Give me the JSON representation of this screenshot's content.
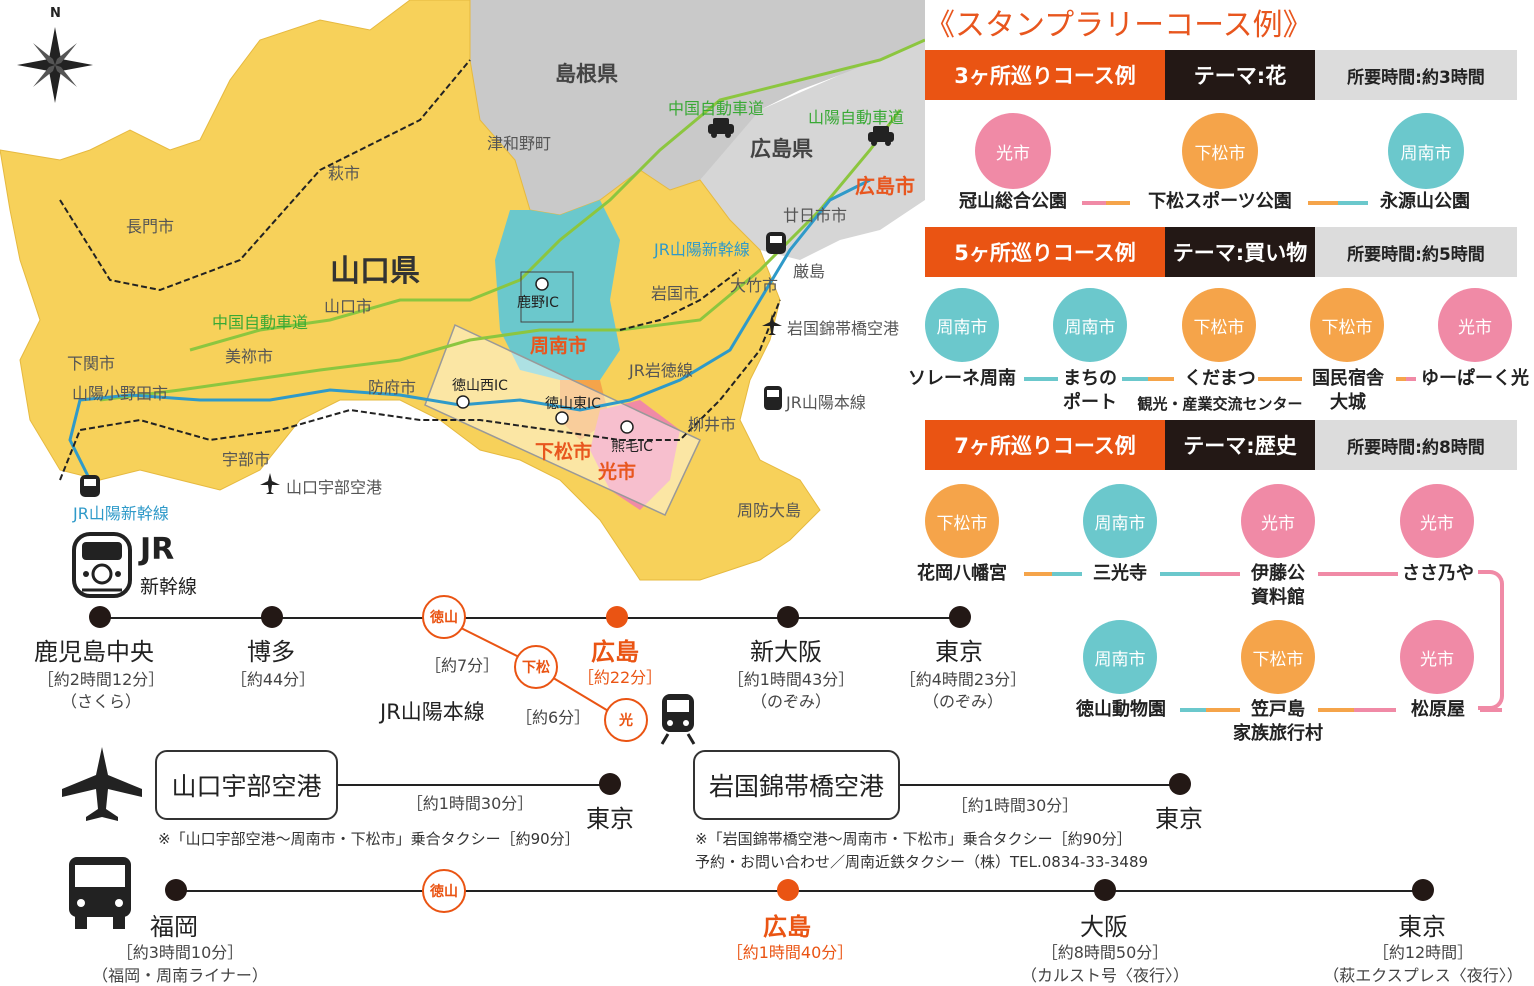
{
  "map": {
    "compass_n": "N",
    "labels": {
      "shimane": "島根県",
      "hiroshima_pref": "広島県",
      "yamaguchi_pref": "山口県",
      "tsuwano": "津和野町",
      "hagi": "萩市",
      "nagato": "長門市",
      "yamaguchi_city": "山口市",
      "mine": "美祢市",
      "shimonoseki": "下関市",
      "sanyo_onoda": "山陽小野田市",
      "ube": "宇部市",
      "hofu": "防府市",
      "iwakuni": "岩国市",
      "yanai": "柳井市",
      "suo_oshima": "周防大島",
      "hatsukaichi": "廿日市市",
      "otake": "大竹市",
      "itsukushima": "厳島",
      "hiroshima_city": "広島市",
      "shunan": "周南市",
      "kudamatsu": "下松市",
      "hikari": "光市",
      "chugoku_exp_n": "中国自動車道",
      "sanyo_exp": "山陽自動車道",
      "chugoku_exp_w": "中国自動車道",
      "shinkansen_e": "JR山陽新幹線",
      "shinkansen_w": "JR山陽新幹線",
      "jr_gantoku": "JR岩徳線",
      "jr_sanyo_main": "JR山陽本線",
      "iwakuni_airport": "岩国錦帯橋空港",
      "ube_airport": "山口宇部空港",
      "kano_ic": "鹿野IC",
      "tokuyama_nishi_ic": "徳山西IC",
      "tokuyama_higashi_ic": "徳山東IC",
      "kumage_ic": "熊毛IC"
    }
  },
  "rally": {
    "title": "《スタンプラリーコース例》",
    "courses": [
      {
        "name": "3ヶ所巡りコース例",
        "theme": "テーマ:花",
        "time": "所要時間:約3時間",
        "stops": [
          {
            "city": "光市",
            "spot": "冠山総合公園",
            "color": "#f08aa6"
          },
          {
            "city": "下松市",
            "spot": "下松スポーツ公園",
            "color": "#f5a44a"
          },
          {
            "city": "周南市",
            "spot": "永源山公園",
            "color": "#6bc8cc"
          }
        ]
      },
      {
        "name": "5ヶ所巡りコース例",
        "theme": "テーマ:買い物",
        "time": "所要時間:約5時間",
        "stops": [
          {
            "city": "周南市",
            "spot": "ソレーネ周南",
            "color": "#6bc8cc"
          },
          {
            "city": "周南市",
            "spot": "まちの",
            "spot2": "ポート",
            "color": "#6bc8cc"
          },
          {
            "city": "下松市",
            "spot": "くだまつ",
            "spot2": "観光・産業交流センター",
            "color": "#f5a44a"
          },
          {
            "city": "下松市",
            "spot": "国民宿舎",
            "spot2": "大城",
            "color": "#f5a44a"
          },
          {
            "city": "光市",
            "spot": "ゆーぱーく光",
            "color": "#f08aa6"
          }
        ]
      },
      {
        "name": "7ヶ所巡りコース例",
        "theme": "テーマ:歴史",
        "time": "所要時間:約8時間",
        "stops": [
          {
            "city": "下松市",
            "spot": "花岡八幡宮",
            "color": "#f5a44a"
          },
          {
            "city": "周南市",
            "spot": "三光寺",
            "color": "#6bc8cc"
          },
          {
            "city": "光市",
            "spot": "伊藤公",
            "spot2": "資料館",
            "color": "#f08aa6"
          },
          {
            "city": "光市",
            "spot": "ささ乃や",
            "color": "#f08aa6"
          },
          {
            "city": "周南市",
            "spot": "徳山動物園",
            "color": "#6bc8cc"
          },
          {
            "city": "下松市",
            "spot": "笠戸島",
            "spot2": "家族旅行村",
            "color": "#f5a44a"
          },
          {
            "city": "光市",
            "spot": "松原屋",
            "color": "#f08aa6"
          }
        ]
      }
    ]
  },
  "transport": {
    "jr": {
      "logo": "JR",
      "sub": "新幹線",
      "stations": [
        {
          "name": "鹿児島中央",
          "dur": "［約2時間12分］",
          "dur2": "（さくら）"
        },
        {
          "name": "博多",
          "dur": "［約44分］"
        },
        {
          "name": "広島",
          "dur": "［約22分］"
        },
        {
          "name": "新大阪",
          "dur": "［約1時間43分］",
          "dur2": "（のぞみ）"
        },
        {
          "name": "東京",
          "dur": "［約4時間23分］",
          "dur2": "（のぞみ）"
        }
      ],
      "tokuyama": "徳山",
      "kudamatsu": "下松",
      "hikari": "光",
      "dur_tk": "［約7分］",
      "dur_kh": "［約6分］",
      "sanyo_main": "JR山陽本線"
    },
    "air": {
      "ube": "山口宇部空港",
      "ube_dest": "東京",
      "ube_dur": "［約1時間30分］",
      "ube_note": "※「山口宇部空港～周南市・下松市」乗合タクシー［約90分］",
      "iwakuni": "岩国錦帯橋空港",
      "iwakuni_dest": "東京",
      "iwakuni_dur": "［約1時間30分］",
      "iwakuni_note": "※「岩国錦帯橋空港～周南市・下松市」乗合タクシー［約90分］",
      "iwakuni_note2": "予約・お問い合わせ／周南近鉄タクシー（株）TEL.0834-33-3489"
    },
    "bus": {
      "tokuyama": "徳山",
      "stations": [
        {
          "name": "福岡",
          "dur": "［約3時間10分］",
          "dur2": "（福岡・周南ライナー）"
        },
        {
          "name": "広島",
          "dur": "［約1時間40分］"
        },
        {
          "name": "大阪",
          "dur": "［約8時間50分］",
          "dur2": "（カルスト号〈夜行〉）"
        },
        {
          "name": "東京",
          "dur": "［約12時間］",
          "dur2": "（萩エクスプレス〈夜行〉）"
        }
      ]
    }
  }
}
